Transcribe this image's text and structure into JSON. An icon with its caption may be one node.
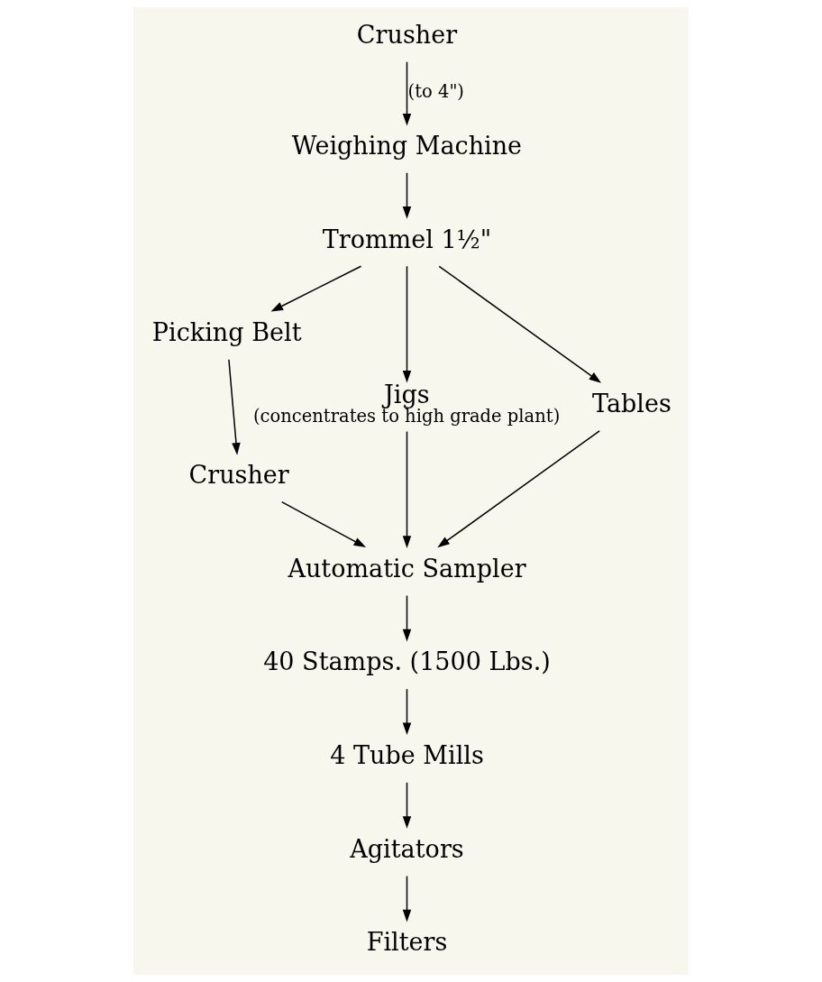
{
  "diagram": {
    "nodes": [
      {
        "text": [
          "Crusher"
        ]
      },
      {
        "text": [
          "Weighing Machine"
        ]
      },
      {
        "text": [
          "Trommel 1½\""
        ]
      },
      {
        "text": [
          "Picking Belt"
        ]
      },
      {
        "text": [
          "Jigs"
        ],
        "beside": [
          "(concentrates to high grade plant)"
        ]
      },
      {
        "text": [
          "Tables"
        ]
      },
      {
        "text": [
          "Crusher"
        ]
      },
      {
        "text": [
          "Automatic Sampler"
        ]
      },
      {
        "text": [
          "40 Stamps. (1500 Lbs.)"
        ]
      },
      {
        "text": [
          "4 Tube Mills"
        ]
      },
      {
        "text": [
          "Agitators"
        ]
      },
      {
        "text": [
          "Filters"
        ]
      }
    ],
    "edges": [
      {
        "from": 0,
        "to": 1,
        "arrow": "to",
        "label": "(to 4\")"
      },
      {
        "from": 1,
        "to": 2,
        "arrow": "to"
      },
      {
        "from": 2,
        "to": 3,
        "arrow": "to"
      },
      {
        "from": 2,
        "to": 4,
        "arrow": "to"
      },
      {
        "from": 2,
        "to": 5,
        "arrow": "to"
      },
      {
        "from": 3,
        "to": 6,
        "arrow": "to"
      },
      {
        "from": 6,
        "to": 7,
        "arrow": "to"
      },
      {
        "from": 4,
        "to": 7,
        "arrow": "to"
      },
      {
        "from": 5,
        "to": 7,
        "arrow": "to"
      },
      {
        "from": 7,
        "to": 8,
        "arrow": "to"
      },
      {
        "from": 8,
        "to": 9,
        "arrow": "to"
      },
      {
        "from": 9,
        "to": 10,
        "arrow": "to"
      },
      {
        "from": 10,
        "to": 11,
        "arrow": "to"
      }
    ]
  }
}
